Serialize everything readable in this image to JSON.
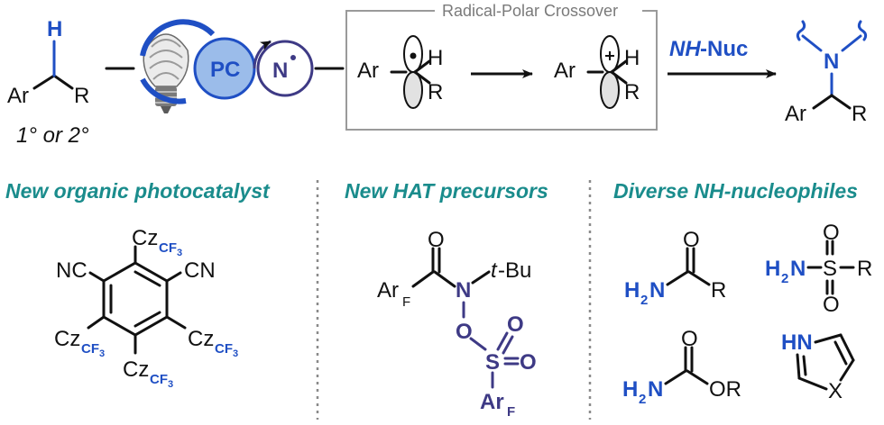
{
  "colors": {
    "blue": "#1f4fc4",
    "purple": "#3e3a85",
    "teal": "#1a8c8c",
    "gray_box": "#9a9a9a",
    "light_blue_circle": "#9bbcea"
  },
  "reaction": {
    "substrate": {
      "ar": "Ar",
      "r": "R",
      "h": "H",
      "note": "1° or 2°"
    },
    "catalyst": {
      "pc": "PC",
      "n_radical": "N"
    },
    "crossover_title": "Radical-Polar Crossover",
    "radical": {
      "ar": "Ar",
      "h": "H",
      "r": "R"
    },
    "cation": {
      "ar": "Ar",
      "h": "H",
      "r": "R"
    },
    "reagent": {
      "nh": "NH",
      "nuc": "-Nuc"
    },
    "product": {
      "n": "N",
      "ar": "Ar",
      "r": "R"
    }
  },
  "sections": {
    "photocatalyst": {
      "title": "New organic photocatalyst",
      "cn1": "NC",
      "cn2": "CN",
      "cz": "Cz",
      "cf3": "CF",
      "three": "3"
    },
    "hat": {
      "title": "New HAT precursors",
      "ar": "Ar",
      "f": "F",
      "o_top": "O",
      "n": "N",
      "tbu_t": "t",
      "tbu": "-Bu",
      "o_link": "O",
      "s": "S",
      "o1": "O",
      "o2": "O",
      "ar2": "Ar",
      "f2": "F"
    },
    "nucleophiles": {
      "title": "Diverse NH-nucleophiles",
      "amide": {
        "h2n": "H",
        "two": "2",
        "n": "N",
        "o": "O",
        "r": "R"
      },
      "sulfonamide": {
        "h2n": "H",
        "two": "2",
        "n": "N",
        "s": "S",
        "o1": "O",
        "o2": "O",
        "r": "R"
      },
      "carbamate": {
        "h2n": "H",
        "two": "2",
        "n": "N",
        "o": "O",
        "or": "OR"
      },
      "azole": {
        "hn": "HN",
        "x": "X"
      }
    }
  }
}
